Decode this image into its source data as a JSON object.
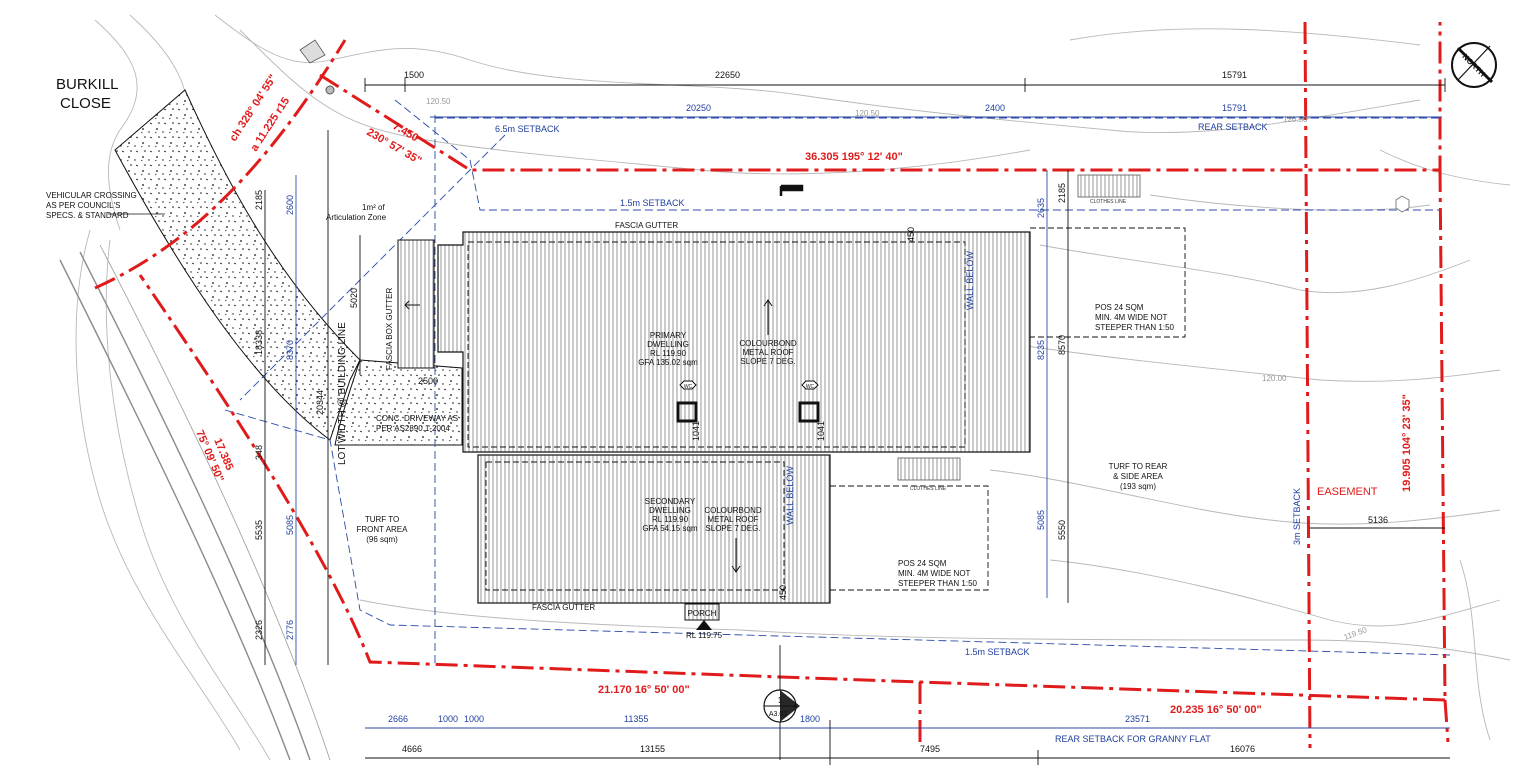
{
  "street": {
    "line1": "BURKILL",
    "line2": "CLOSE"
  },
  "north_label": "NORTH",
  "boundary": {
    "arc": "ch 328° 04' 55\"",
    "arc_radius": "a 11.225 r15",
    "front_short": "7.450",
    "front_short_bearing": "230° 57' 35\"",
    "rear": "36.305   195° 12' 40\"",
    "side_left": "17.385",
    "side_left_bearing": "75° 09' 50\"",
    "bottom_left": "21.170   16° 50' 00\"",
    "bottom_right": "20.235   16° 50' 00\"",
    "side_right": "19.905   104° 23' 35\""
  },
  "setbacks": {
    "front": "6.5m SETBACK",
    "side_top": "1.5m SETBACK",
    "side_bottom": "1.5m SETBACK",
    "rear": "REAR SETBACK",
    "granny": "REAR SETBACK FOR GRANNY FLAT",
    "easement_setback": "3m SETBACK",
    "easement": "EASEMENT"
  },
  "dims_top_black": [
    "1500",
    "22650",
    "15791"
  ],
  "dims_top_blue": [
    "20250",
    "2400",
    "15791"
  ],
  "dims_bottom_blue": [
    "2666",
    "1000",
    "1000",
    "11355",
    "1800",
    "23571"
  ],
  "dims_bottom_black": [
    "4666",
    "13155",
    "7495",
    "16076"
  ],
  "dims_left_black": [
    "2185",
    "18338",
    "348",
    "5535",
    "2326"
  ],
  "dims_left_blue": [
    "2600",
    "8370",
    "5085",
    "2776"
  ],
  "dims_lot": [
    "20344",
    "LOT WIDTH @ BUILDING LINE"
  ],
  "dims_right": [
    "2185",
    "2635",
    "8235",
    "8570",
    "5085",
    "5550"
  ],
  "dims_misc": [
    "5020",
    "2500",
    "1041",
    "1041",
    "450",
    "450",
    "5136"
  ],
  "levels": [
    "120.50",
    "120.50",
    "120.00",
    "119.50",
    "120.50"
  ],
  "labels": {
    "crossing": [
      "VEHICULAR CROSSING",
      "AS PER COUNCIL'S",
      "SPECS. & STANDARD"
    ],
    "articulation": [
      "1m² of",
      "Articulation Zone"
    ],
    "fascia_box": "FASCIA BOX GUTTER",
    "fascia_top": "FASCIA GUTTER",
    "fascia_bottom": "FASCIA GUTTER",
    "driveway": [
      "CONC. DRIVEWAY AS",
      "PER AS2890.1-2004"
    ],
    "primary": [
      "PRIMARY",
      "DWELLING",
      "RL 119.90",
      "GFA 135.02 sqm"
    ],
    "primary_roof": [
      "COLOURBOND",
      "METAL ROOF",
      "SLOPE 7 DEG."
    ],
    "secondary": [
      "SECONDARY",
      "DWELLING",
      "RL 119.90",
      "GFA 54.15 sqm"
    ],
    "secondary_roof": [
      "COLOURBOND",
      "METAL ROOF",
      "SLOPE 7 DEG."
    ],
    "wall_below_1": "WALL BELOW",
    "wall_below_2": "WALL BELOW",
    "pos_top": [
      "POS 24 SQM",
      "MIN. 4M WIDE NOT",
      "STEEPER THAN 1:50"
    ],
    "pos_bottom": [
      "POS 24 SQM",
      "MIN. 4M WIDE NOT",
      "STEEPER THAN 1:50"
    ],
    "turf_front": [
      "TURF TO",
      "FRONT AREA",
      "(96 sqm)"
    ],
    "turf_rear": [
      "TURF TO REAR",
      "& SIDE AREA",
      "(193 sqm)"
    ],
    "clothes_top": "CLOTHES LINE",
    "clothes_bottom": "CLOTHES LINE",
    "porch": "PORCH",
    "porch_rl": "RL 119.75",
    "section_num": "1",
    "section_ref": "A3.03",
    "wc": "WC"
  }
}
